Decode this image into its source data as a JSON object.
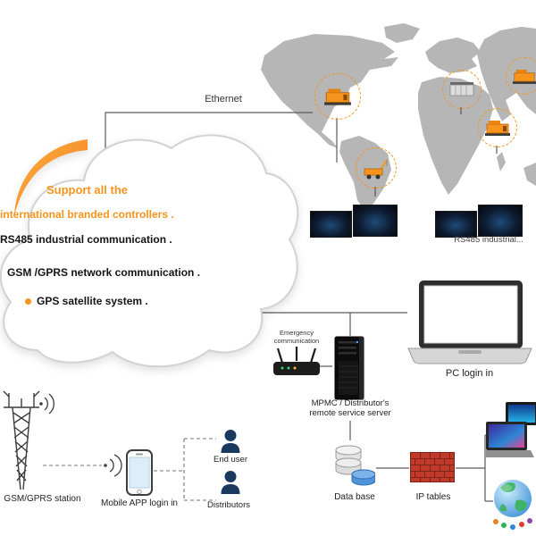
{
  "colors": {
    "orange": "#f7941d",
    "map_gray": "#b6b6b6",
    "line": "#5a5a5a",
    "navy": "#19395f",
    "brick_red": "#c23b2a",
    "db_blue": "#4f93d8"
  },
  "cloud": {
    "support_line1": "Support all the",
    "support_line2": "international branded controllers .",
    "rs485": "RS485 industrial communication .",
    "gsm": "GSM /GPRS network communication .",
    "gps": "GPS satellite system ."
  },
  "map": {
    "caption_rs485": "RS485 industrial..."
  },
  "network": {
    "ethernet": "Ethernet",
    "emergency_line1": "Emergency",
    "emergency_line2": "communication",
    "server_line1": "MPMC / Distributor's",
    "server_line2": "remote service server",
    "pc_login": "PC login in"
  },
  "bottom": {
    "gsm_station": "GSM/GPRS station",
    "mobile_app": "Mobile APP login in",
    "end_user": "End user",
    "distributors": "Distributors",
    "database": "Data base",
    "ip_tables": "IP tables"
  },
  "icons": {
    "cloud": "cloud-shape",
    "genset": "generator-set-icon",
    "laptop": "laptop-icon",
    "server": "server-tower-icon",
    "router": "wifi-router-icon",
    "antenna": "gsm-antenna-tower-icon",
    "phone": "smartphone-icon",
    "person": "person-icon",
    "database": "database-cylinders-icon",
    "firewall": "brick-firewall-icon",
    "monitors": "monitor-cluster-icon",
    "globe": "globe-icon"
  }
}
